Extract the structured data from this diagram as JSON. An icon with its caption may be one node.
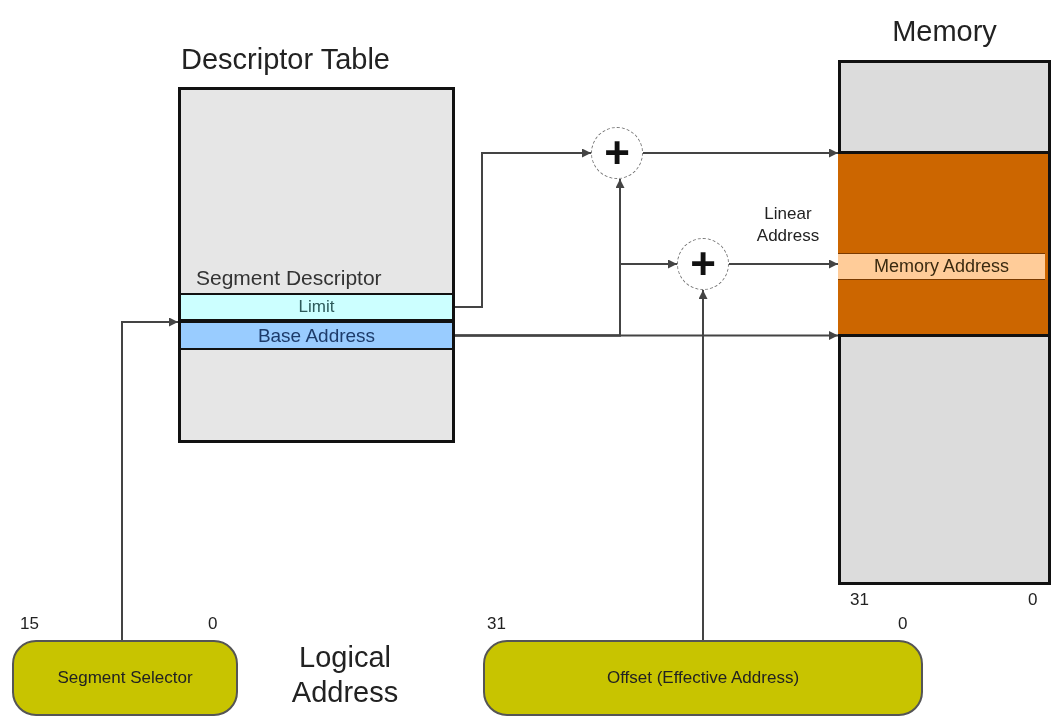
{
  "diagram": {
    "nodes": [
      {
        "text": [
          "Descriptor Table",
          "Segment Descriptor"
        ]
      },
      {
        "text": [
          "Limit"
        ],
        "in": 0
      },
      {
        "text": [
          "Base Address"
        ],
        "in": 0
      },
      {
        "text": [
          "+"
        ]
      },
      {
        "text": [
          "+"
        ]
      },
      {
        "text": [
          "Memory"
        ],
        "beside": [
          "31",
          "0"
        ]
      },
      {
        "text": [],
        "shape": "box",
        "in": 5
      },
      {
        "text": [
          "Memory Address"
        ],
        "in": 6
      },
      {
        "text": [
          "Segment Selector"
        ],
        "beside": [
          "15",
          "0"
        ]
      },
      {
        "text": [
          "Offset (Effective Address)"
        ],
        "beside": [
          "31",
          "0"
        ]
      }
    ],
    "edges": [
      {
        "from": 8,
        "to": 2,
        "arrow": "to"
      },
      {
        "from": 1,
        "to": 3,
        "arrow": "to"
      },
      {
        "from": 2,
        "to": 3,
        "arrow": "to"
      },
      {
        "from": 2,
        "to": 4,
        "arrow": "to"
      },
      {
        "from": 9,
        "to": 4,
        "arrow": "to"
      },
      {
        "from": 3,
        "to": 6,
        "arrow": "to"
      },
      {
        "from": 4,
        "to": 7,
        "arrow": "to",
        "label": "Linear Address"
      },
      {
        "from": 2,
        "to": 6,
        "arrow": "to"
      }
    ],
    "labels": [
      "Logical Address"
    ]
  }
}
